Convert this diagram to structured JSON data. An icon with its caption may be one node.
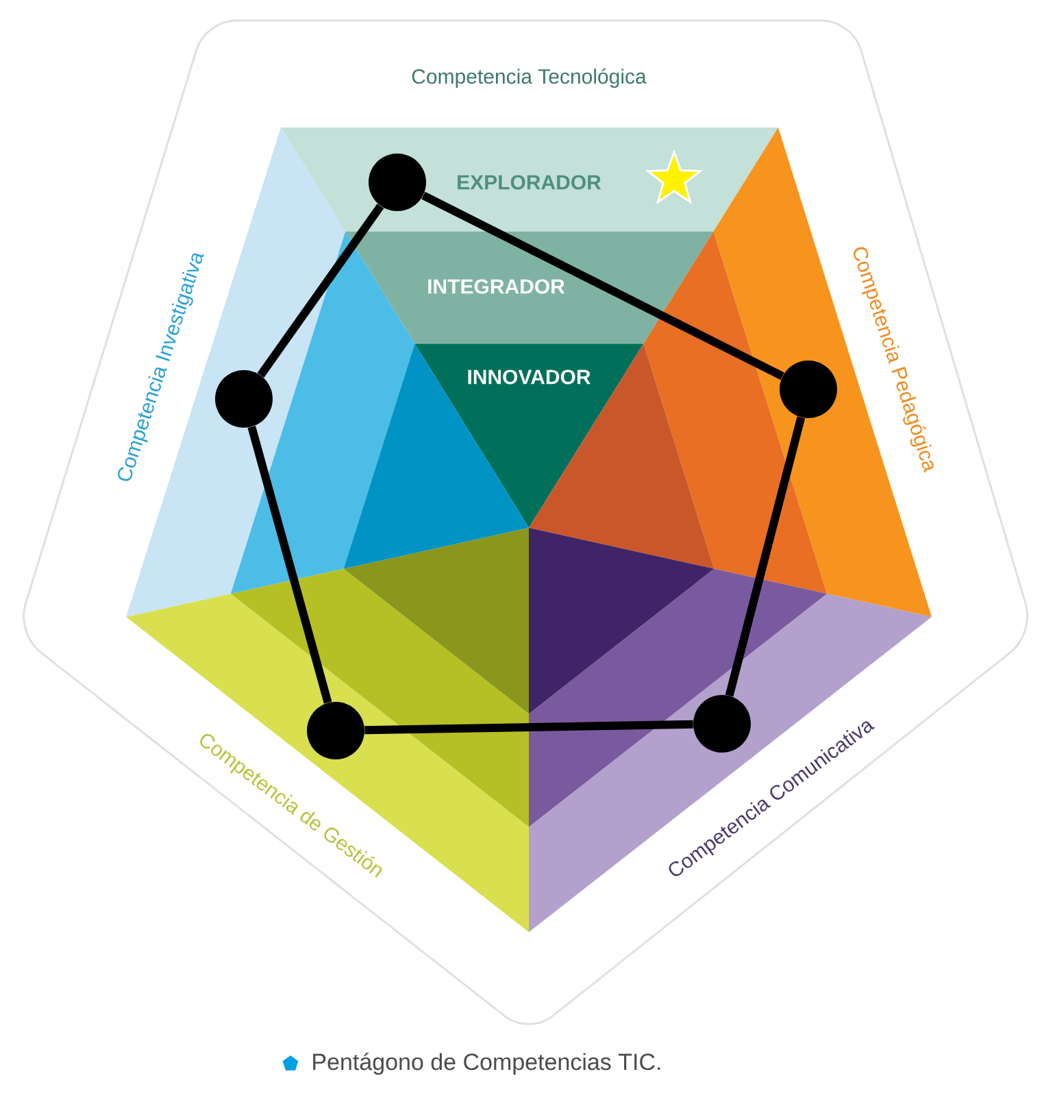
{
  "diagram": {
    "caption": "Pentágono de Competencias TIC.",
    "nodes": [
      {
        "text": [
          "EXPLORADOR"
        ]
      },
      {
        "text": [
          "INTEGRADOR"
        ]
      },
      {
        "text": [
          "INNOVADOR"
        ]
      },
      {
        "text": [],
        "shape": "circle"
      },
      {
        "text": [],
        "shape": "circle"
      },
      {
        "text": [],
        "shape": "circle"
      },
      {
        "text": [],
        "shape": "circle"
      },
      {
        "text": [],
        "shape": "circle"
      }
    ],
    "edges": [
      {
        "from": 3,
        "to": 4,
        "arrow": "none"
      },
      {
        "from": 4,
        "to": 6,
        "arrow": "none"
      },
      {
        "from": 6,
        "to": 7,
        "arrow": "none"
      },
      {
        "from": 7,
        "to": 5,
        "arrow": "none"
      },
      {
        "from": 5,
        "to": 3,
        "arrow": "none"
      }
    ],
    "labels": [
      "Competencia Tecnológica",
      "Competencia Investigativa",
      "Competencia Pedagógica",
      "Competencia de Gestión",
      "Competencia Comunicativa"
    ]
  }
}
